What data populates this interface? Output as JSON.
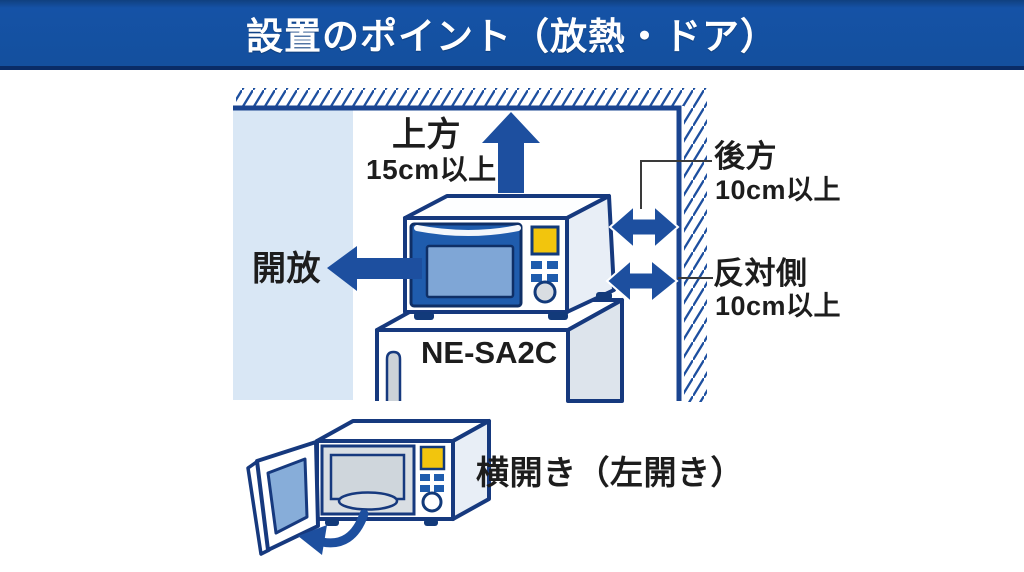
{
  "title": "設置のポイント（放熱・ドア）",
  "diagram": {
    "clearances": {
      "top_label": "上方",
      "top_value": "15cm以上",
      "open_label": "開放",
      "rear_label": "後方",
      "rear_value": "10cm以上",
      "opposite_label": "反対側",
      "opposite_value": "10cm以上"
    },
    "model": "NE-SA2C"
  },
  "door_note": {
    "label": "横開き（左開き）"
  },
  "icons": {
    "up_arrow": "clearance above (15cm+)",
    "left_arrow": "open side (left)",
    "double_arrow_rear": "rear clearance (10cm+)",
    "double_arrow_opposite": "opposite side clearance (10cm+)",
    "door_swing_arrow": "door swings open to the left"
  },
  "colors": {
    "banner_blue": "#14509e",
    "banner_edge": "#0a2c66",
    "arrow_blue": "#1d4f9f",
    "outline_navy": "#16397e",
    "hatch_blue": "#1d4f9f",
    "open_space_blue": "#d9e7f5",
    "door_blue": "#1f5cad",
    "window_blue": "#7fa6d6",
    "display_yellow": "#f2c50d",
    "cavity_gray": "#d9dee3",
    "text_dark": "#1d1d1d"
  }
}
